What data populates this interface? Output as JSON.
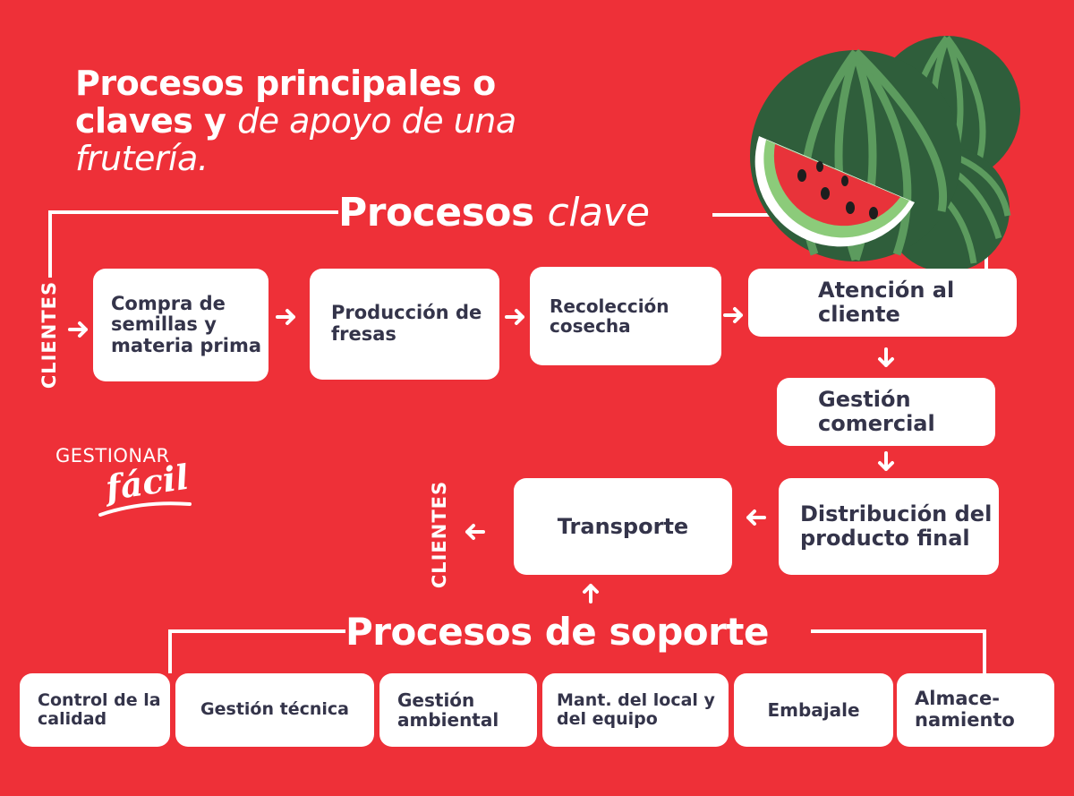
{
  "title": {
    "bold": "Procesos principales o claves y",
    "italic": "de apoyo de una frutería."
  },
  "key_processes": {
    "heading_bold": "Procesos",
    "heading_italic": "clave",
    "clients_left": "CLIENTES",
    "steps": [
      "Compra de semillas y materia prima",
      "Producción de fresas",
      "Recolección cosecha",
      "Atención al cliente",
      "Gestión comercial",
      "Distribución del producto final",
      "Transporte"
    ],
    "clients_right": "CLIENTES"
  },
  "support_processes": {
    "heading": "Procesos de soporte",
    "items": [
      "Control de la calidad",
      "Gestión técnica",
      "Gestión ambiental",
      "Mant. del local y del equipo",
      "Embajale",
      "Almace-namiento"
    ]
  },
  "logo": {
    "top": "GESTIONAR",
    "bottom": "fácil"
  },
  "colors": {
    "background": "#EE3038",
    "box": "#FFFFFF",
    "text": "#34344A",
    "melon_dark": "#2F5E3B",
    "melon_stripe": "#5C9B5E",
    "melon_flesh": "#E8333A"
  },
  "icons": {
    "arrow": "arrow-icon",
    "watermelon": "watermelon-illustration",
    "logo": "gestionar-facil-logo"
  }
}
